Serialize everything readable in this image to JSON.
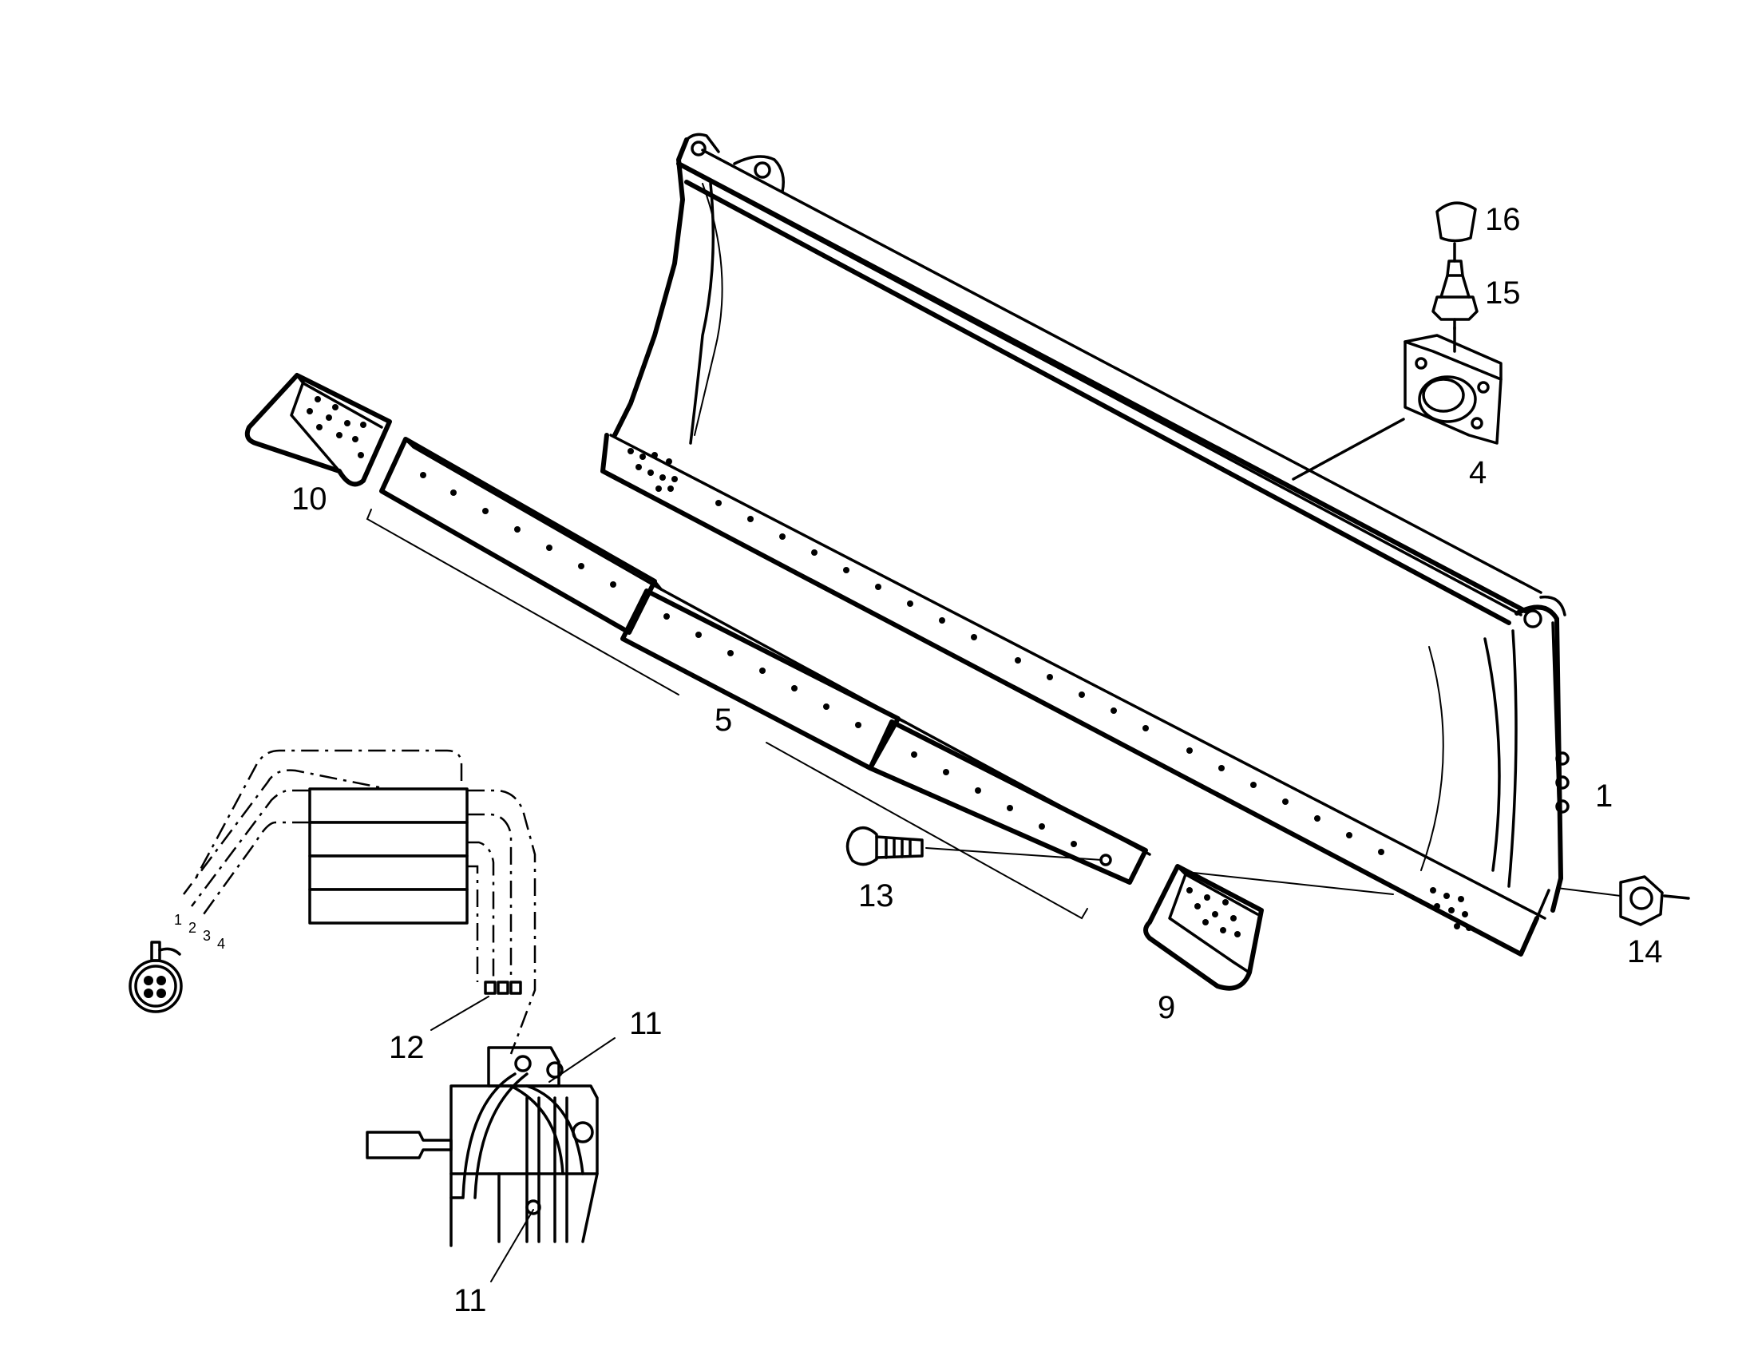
{
  "callouts": {
    "c1": "1",
    "c4": "4",
    "c5": "5",
    "c9": "9",
    "c10": "10",
    "c11a": "11",
    "c11b": "11",
    "c12": "12",
    "c13": "13",
    "c14": "14",
    "c15": "15",
    "c16": "16"
  },
  "valve_ports": [
    "1",
    "2",
    "3",
    "4"
  ]
}
